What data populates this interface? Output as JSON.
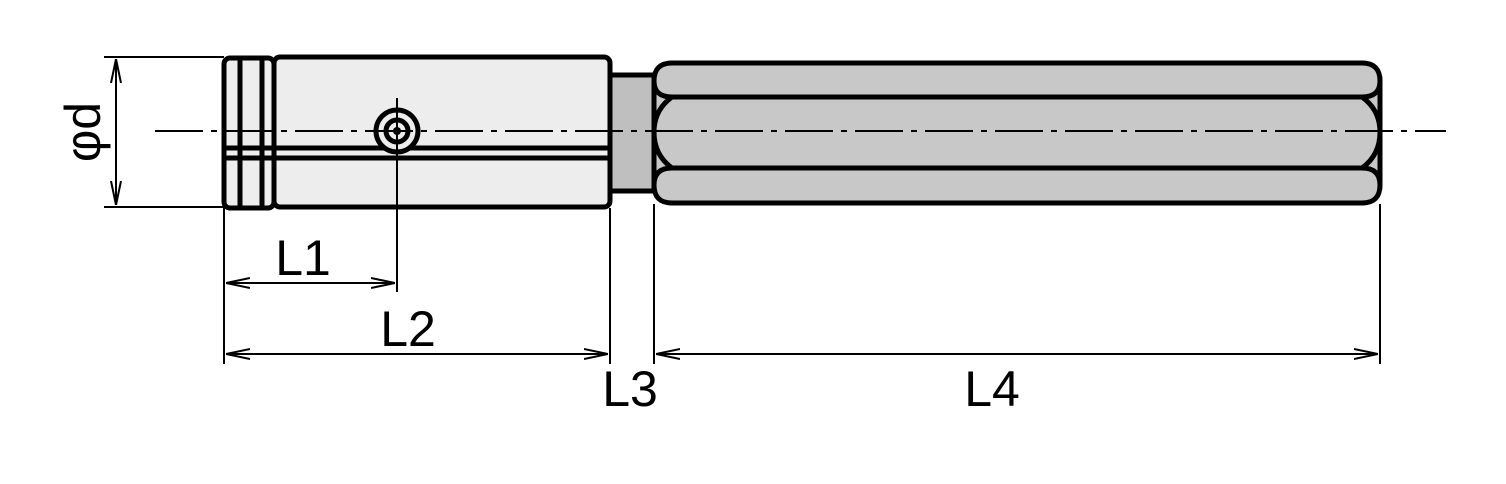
{
  "drawing": {
    "colors": {
      "line": "#000000",
      "holder_fill": "#ededed",
      "neck_fill": "#bfbfbf",
      "shank_fill": "#c8c8c8",
      "background": "#ffffff"
    },
    "labels": {
      "diameter": "φd",
      "l1": "L1",
      "l2": "L2",
      "l3": "L3",
      "l4": "L4"
    }
  }
}
